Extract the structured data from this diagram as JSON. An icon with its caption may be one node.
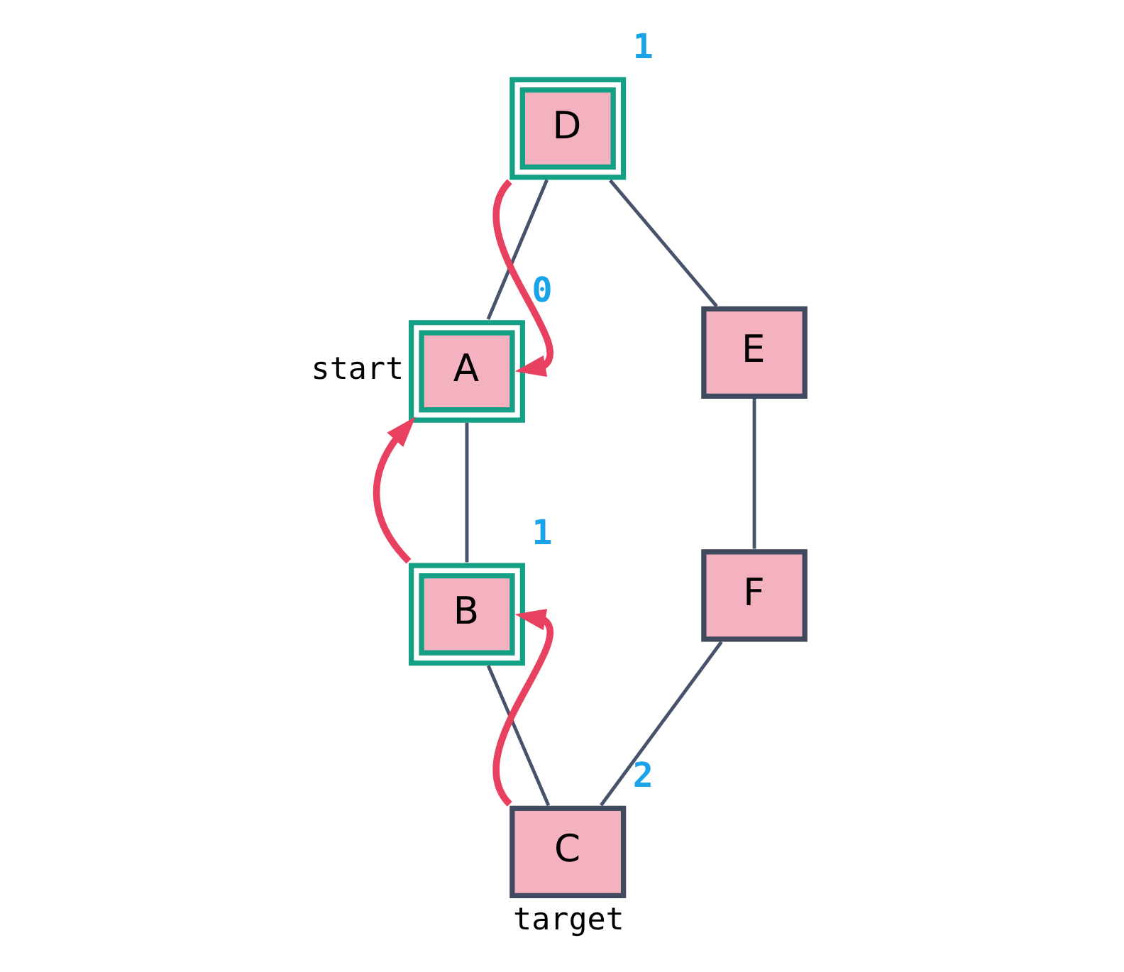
{
  "diagram": {
    "nodes": [
      {
        "text": [
          "A"
        ],
        "beside": [
          "start",
          "0"
        ]
      },
      {
        "text": [
          "D"
        ],
        "beside": [
          "1"
        ]
      },
      {
        "text": [
          "E"
        ]
      },
      {
        "text": [
          "B"
        ],
        "beside": [
          "1"
        ]
      },
      {
        "text": [
          "F"
        ]
      },
      {
        "text": [
          "C"
        ],
        "beside": [
          "2",
          "target"
        ]
      }
    ],
    "edges": [
      {
        "from": 1,
        "to": 0,
        "arrow": "none"
      },
      {
        "from": 1,
        "to": 2,
        "arrow": "none"
      },
      {
        "from": 0,
        "to": 3,
        "arrow": "none"
      },
      {
        "from": 2,
        "to": 4,
        "arrow": "none"
      },
      {
        "from": 3,
        "to": 5,
        "arrow": "none"
      },
      {
        "from": 4,
        "to": 5,
        "arrow": "none"
      },
      {
        "from": 1,
        "to": 0,
        "arrow": "to",
        "style": "thick",
        "color": "#e8405f"
      },
      {
        "from": 3,
        "to": 0,
        "arrow": "to",
        "style": "thick",
        "color": "#e8405f"
      },
      {
        "from": 5,
        "to": 3,
        "arrow": "to",
        "style": "thick",
        "color": "#e8405f"
      }
    ]
  }
}
